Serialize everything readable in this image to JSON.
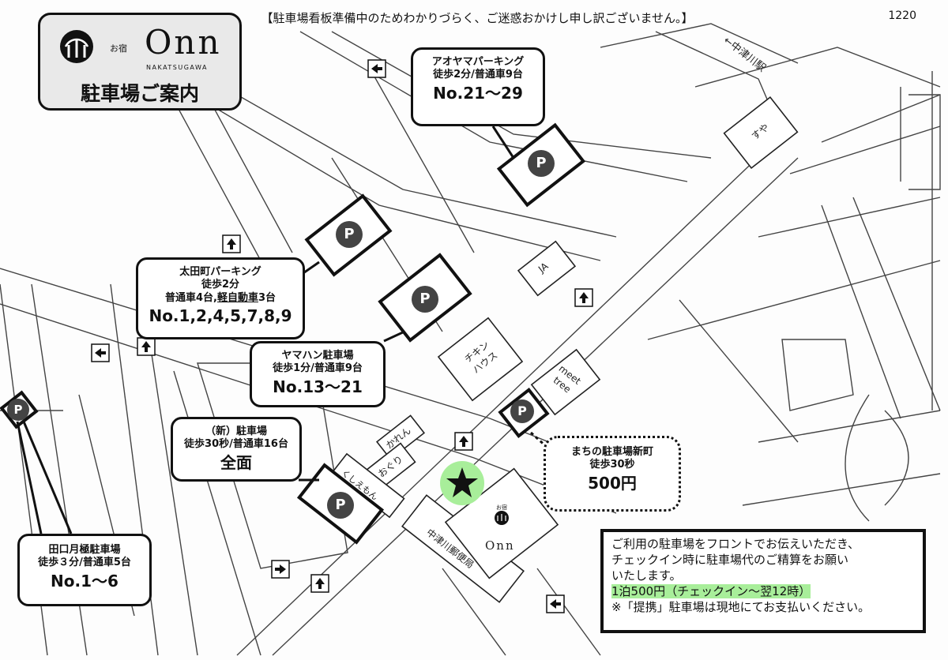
{
  "header": {
    "notice": "【駐車場看板準備中のためわかりづらく、ご迷惑おかけし申し訳ございません。】",
    "page_number": "1220"
  },
  "brand": {
    "prefix": "お宿",
    "name": "Onn",
    "location": "NAKATSUGAWA",
    "subtitle": "駐車場ご案内"
  },
  "parking_symbol": "P",
  "parkings": {
    "aoyama": {
      "name": "アオヤマパーキング",
      "detail": "徒歩2分/普通車9台",
      "numbers": "No.21〜29"
    },
    "otacho": {
      "name": "太田町パーキング",
      "walk": "徒歩2分",
      "detail_a": "普通車4台,",
      "detail_b": "軽自動車",
      "detail_c": "3台",
      "numbers": "No.1,2,4,5,7,8,9"
    },
    "yamahan": {
      "name": "ヤマハン駐車場",
      "detail": "徒歩1分/普通車9台",
      "numbers": "No.13〜21"
    },
    "shin": {
      "name": "（新）駐車場",
      "detail": "徒歩30秒/普通車16台",
      "numbers": "全面"
    },
    "taguchi": {
      "name": "田口月極駐車場",
      "detail": "徒歩３分/普通車5台",
      "numbers": "No.1〜6"
    },
    "machi": {
      "name": "まちの駐車場新町",
      "detail": "徒歩30秒",
      "price": "500円"
    }
  },
  "buildings": {
    "station": "←中津川駅",
    "suya": "すや",
    "ja": "JA",
    "chicken": "チキン\nハウス",
    "meet": "meet\ntree",
    "karen": "かれん",
    "oguri": "おぐり",
    "kushiemon": "くしえもん",
    "post": "中津川郵便局",
    "onn_small_prefix": "お宿",
    "onn_small": "Onn"
  },
  "info": {
    "line1": "ご利用の駐車場をフロントでお伝えいただき、",
    "line2": "チェックイン時に駐車場代のご精算をお願い",
    "line3": "いたします。",
    "line4": "1泊500円（チェックイン〜翌12時）",
    "line5": "※「提携」駐車場は現地にてお支払いください。"
  },
  "colors": {
    "highlight": "#a8ee9a",
    "pmark": "#444444",
    "star": "#111111"
  },
  "icons": [
    "onn-logo-icon",
    "parking-icon",
    "star-icon",
    "one-way-arrow-icon"
  ]
}
